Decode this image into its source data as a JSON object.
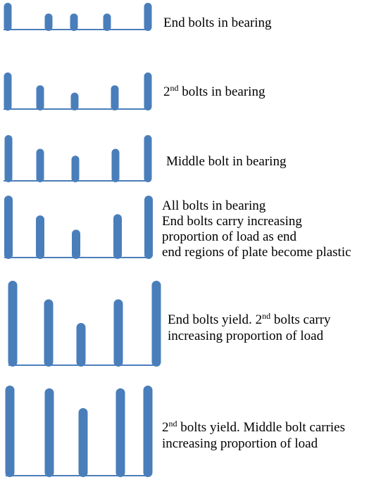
{
  "colors": {
    "bolt": "#4a7ebb",
    "plate": "#4a7ebb",
    "text": "#000000"
  },
  "stages": [
    {
      "id": "end-bolts-bearing",
      "caption": [
        {
          "text": "End bolts in bearing"
        }
      ],
      "bolt_lengths_relative": [
        1.0,
        0.6,
        0.6,
        0.6,
        1.0
      ]
    },
    {
      "id": "second-bolts-bearing",
      "caption": [
        {
          "prefix": "2",
          "sup": "nd",
          "text": " bolts in bearing"
        }
      ],
      "bolt_lengths_relative": [
        1.0,
        0.65,
        0.45,
        0.65,
        1.0
      ]
    },
    {
      "id": "middle-bolt-bearing",
      "caption": [
        {
          "text": "Middle bolt in bearing"
        }
      ],
      "bolt_lengths_relative": [
        1.0,
        0.7,
        0.55,
        0.7,
        1.0
      ]
    },
    {
      "id": "all-bolts-bearing",
      "caption": [
        {
          "text": "All bolts in bearing"
        },
        {
          "text": "End bolts carry increasing"
        },
        {
          "text": "proportion of load as end"
        },
        {
          "text": "end regions of plate become plastic"
        }
      ],
      "bolt_lengths_relative": [
        1.0,
        0.68,
        0.45,
        0.7,
        1.0
      ]
    },
    {
      "id": "end-bolts-yield",
      "caption": [
        {
          "text": "End bolts yield. ",
          "prefix2": "2",
          "sup": "nd",
          "text2": " bolts carry"
        },
        {
          "text": "increasing proportion of load"
        }
      ],
      "bolt_lengths_relative": [
        1.0,
        0.78,
        0.5,
        0.78,
        1.0
      ]
    },
    {
      "id": "second-bolts-yield",
      "caption": [
        {
          "prefix": "2",
          "sup": "nd",
          "text": " bolts yield. Middle bolt carries"
        },
        {
          "text": "increasing proportion of load"
        }
      ],
      "bolt_lengths_relative": [
        1.0,
        0.97,
        0.75,
        0.97,
        1.0
      ]
    }
  ]
}
